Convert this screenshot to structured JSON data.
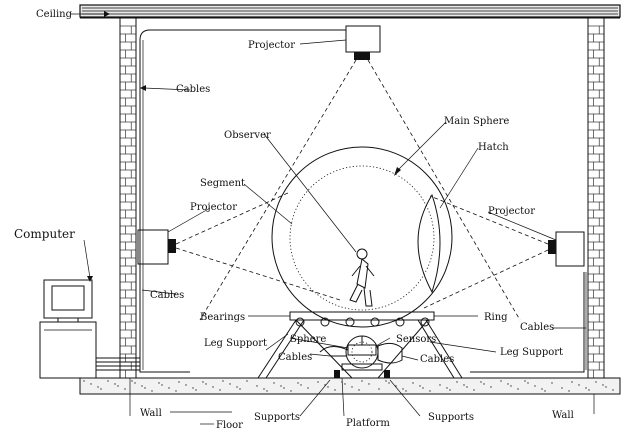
{
  "labels": {
    "ceiling": "Ceiling",
    "projector_top": "Projector",
    "cables_top": "Cables",
    "main_sphere": "Main Sphere",
    "observer": "Observer",
    "hatch": "Hatch",
    "segment": "Segment",
    "projector_left": "Projector",
    "projector_right": "Projector",
    "computer": "Computer",
    "cables_left": "Cables",
    "bearings": "Bearings",
    "ring": "Ring",
    "cables_right": "Cables",
    "sphere": "Sphere",
    "sensors": "Sensors",
    "leg_support_left": "Leg Support",
    "leg_support_right": "Leg Support",
    "cables_mid_left": "Cables",
    "cables_mid_right": "Cables",
    "wall_left": "Wall",
    "floor": "Floor",
    "supports_left": "Supports",
    "platform": "Platform",
    "supports_right": "Supports",
    "wall_right": "Wall"
  },
  "icons": {
    "projector": "projector-icon",
    "computer": "computer-icon",
    "observer": "observer-figure-icon"
  },
  "colors": {
    "line": "#111111",
    "background": "#ffffff"
  }
}
